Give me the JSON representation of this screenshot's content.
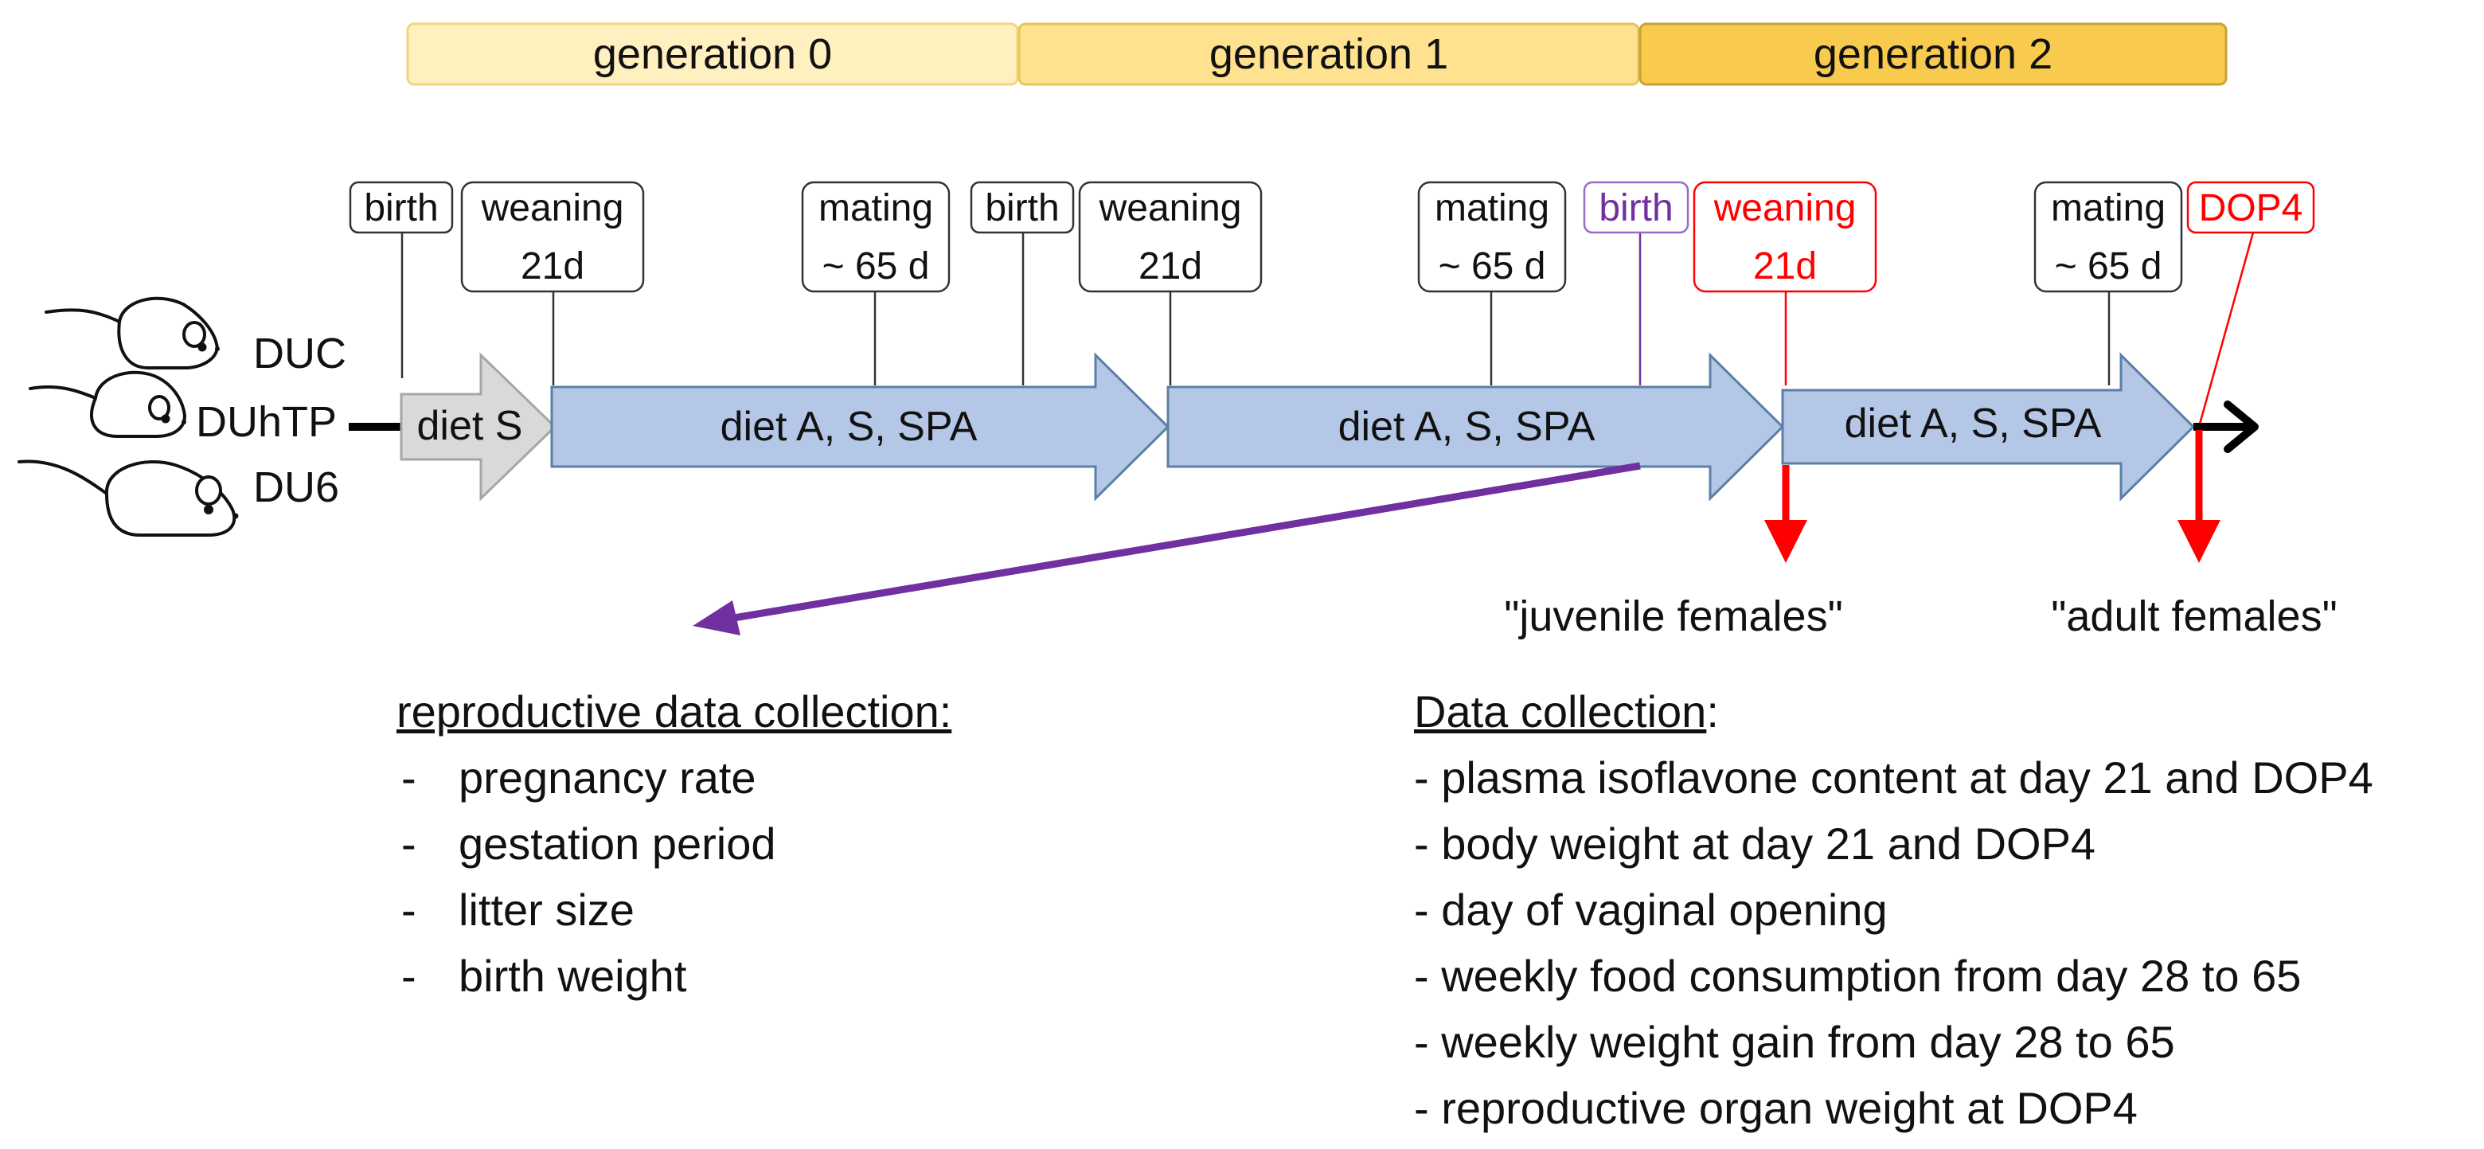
{
  "generations": [
    {
      "label": "generation 0",
      "color": "#FFF0BF"
    },
    {
      "label": "generation 1",
      "color": "#FFE28F"
    },
    {
      "label": "generation 2",
      "color": "#F8CB4F"
    }
  ],
  "timeline": {
    "pre_diet": "diet S",
    "diet_segments": [
      "diet A, S, SPA",
      "diet A, S, SPA",
      "diet A, S, SPA"
    ],
    "colors": {
      "diet_fill": "#B4C7E7",
      "diet_stroke": "#5B7FA6",
      "pre_fill": "#D9D9D9",
      "pre_stroke": "#A6A6A6",
      "red": "#FF0000",
      "purple": "#7030A0"
    }
  },
  "events": [
    {
      "label": "birth"
    },
    {
      "label": "weaning",
      "sub": "21d"
    },
    {
      "label": "mating",
      "sub": "~ 65 d"
    },
    {
      "label": "birth"
    },
    {
      "label": "weaning",
      "sub": "21d"
    },
    {
      "label": "mating",
      "sub": "~ 65 d"
    },
    {
      "label": "birth",
      "color": "#7030A0"
    },
    {
      "label": "weaning",
      "sub": "21d",
      "color": "#FF0000"
    },
    {
      "label": "mating",
      "sub": "~ 65 d"
    },
    {
      "label": "DOP4",
      "color": "#FF0000"
    }
  ],
  "strains": [
    "DUC",
    "DUhTP",
    "DU6"
  ],
  "outcomes": {
    "juvenile": "\"juvenile females\"",
    "adult": "\"adult females\""
  },
  "reproductive": {
    "heading": "reproductive data collection:",
    "bullet": "-",
    "items": [
      "pregnancy rate",
      "gestation period",
      "litter size",
      "birth weight"
    ]
  },
  "data_collection": {
    "heading": "Data collection",
    "colon": ":",
    "items": [
      "- plasma isoflavone content at day 21 and DOP4",
      "- body weight at day 21 and DOP4",
      "- day of vaginal opening",
      "- weekly food consumption from day 28 to 65",
      "- weekly weight gain from day 28 to 65",
      "- reproductive organ weight at DOP4"
    ]
  }
}
